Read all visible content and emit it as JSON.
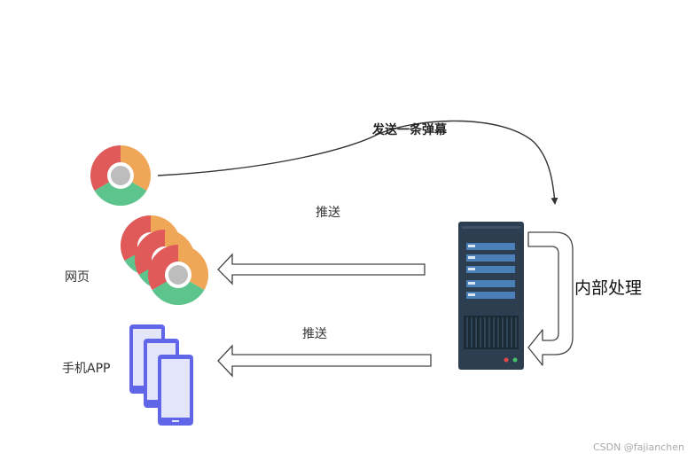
{
  "labels": {
    "send": "发送一条弹幕",
    "push_top": "推送",
    "push_bottom": "推送",
    "web": "网页",
    "app": "手机APP",
    "processing": "内部处理"
  },
  "watermark": "CSDN @fajianchen",
  "icons": {
    "browser": "chrome-icon",
    "browser_stack": "chrome-icon-stack",
    "phones": "mobile-phone-stack-icon",
    "server": "server-icon"
  },
  "colors": {
    "chrome_red": "#e05a5a",
    "chrome_green": "#5ec48e",
    "chrome_orange": "#f0a657",
    "chrome_center": "#bdbdbd",
    "phone_outline": "#6166e8",
    "phone_screen": "#e3e6fa",
    "server_body": "#2c3e4f",
    "server_panel": "#4b7fb8",
    "arrow_line": "#333333"
  }
}
